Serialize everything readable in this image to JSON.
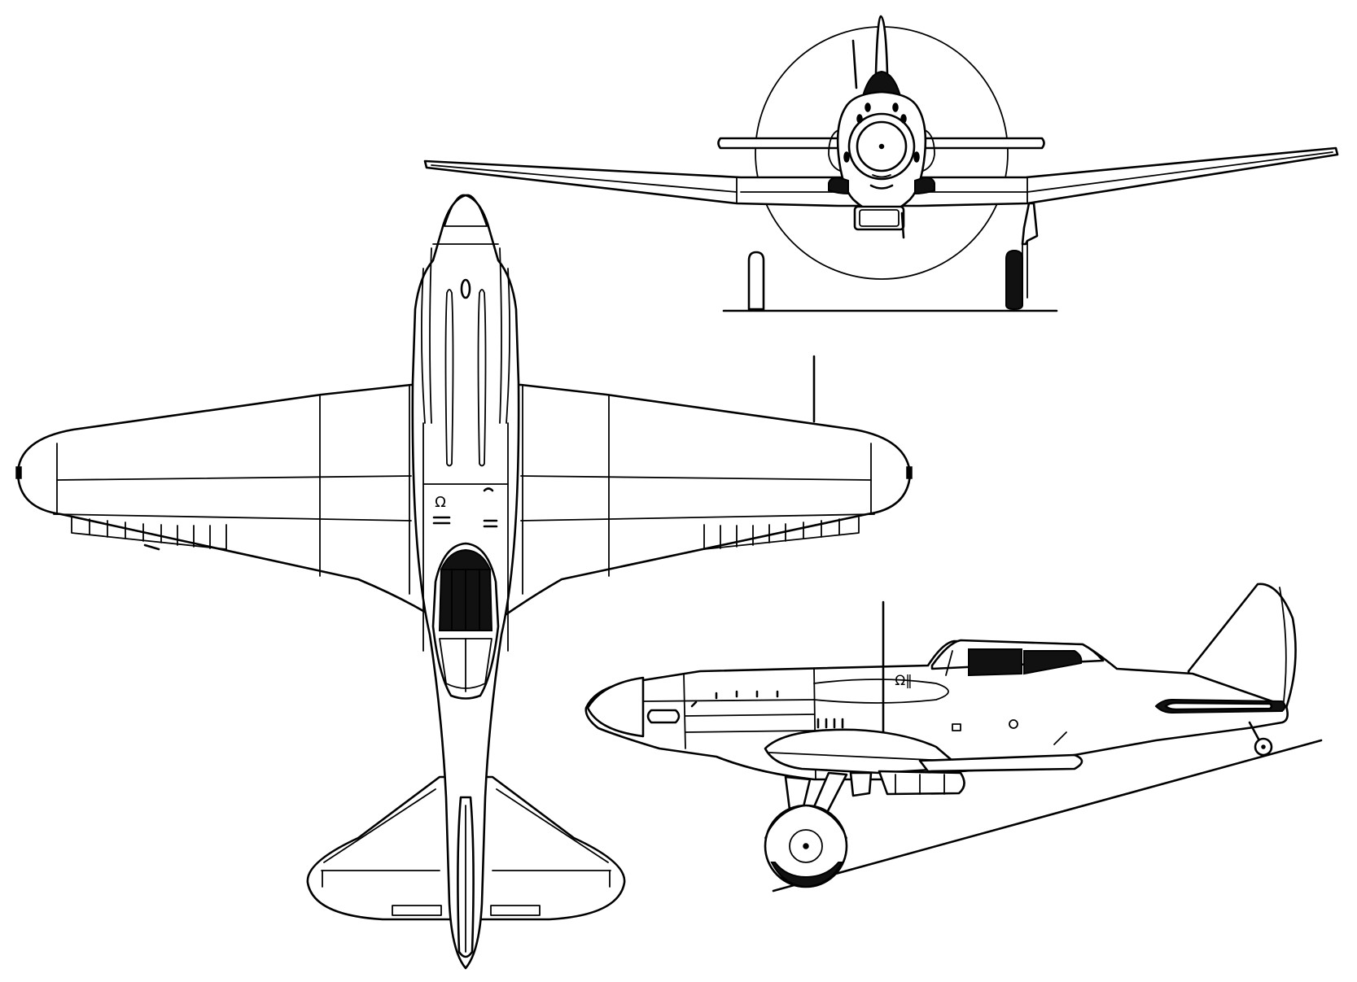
{
  "drawing": {
    "views": [
      "top",
      "front",
      "side"
    ],
    "line_color": "#000000",
    "background": "#ffffff",
    "fuselage_marking_top": "Ω",
    "fuselage_marking_side": "Ω‖"
  }
}
